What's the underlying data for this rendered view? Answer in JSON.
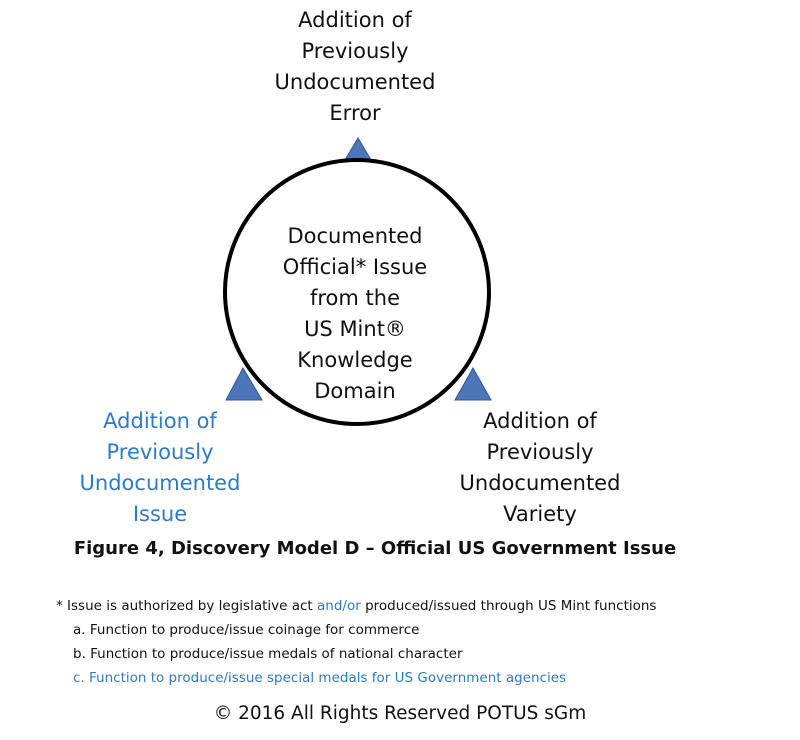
{
  "diagram": {
    "center": {
      "lines": [
        "Documented",
        "Official* Issue",
        "from the",
        "US Mint®",
        "Knowledge",
        "Domain"
      ]
    },
    "top": {
      "lines": [
        "Addition of",
        "Previously",
        "Undocumented",
        "Error"
      ]
    },
    "left": {
      "lines": [
        "Addition of",
        "Previously",
        "Undocumented",
        "Issue"
      ]
    },
    "right": {
      "lines": [
        "Addition of",
        "Previously",
        "Undocumented",
        "Variety"
      ]
    },
    "colors": {
      "triangle": "#4c76b8",
      "triangle_stroke": "#2f5597",
      "circle_stroke": "#000000",
      "blue_text": "#2f7ac8"
    }
  },
  "caption": "Figure 4,  Discovery Model  D – Official US Government Issue",
  "footnote": {
    "intro_a": "* Issue is authorized by legislative act ",
    "intro_b": "and/or",
    "intro_c": " produced/issued through US Mint functions",
    "item_a": "a. Function to produce/issue coinage for commerce",
    "item_b": "b. Function to produce/issue medals of national character",
    "item_c": "c. Function to produce/issue special medals for US Government agencies"
  },
  "copyright": "© 2016 All Rights Reserved POTUS sGm"
}
